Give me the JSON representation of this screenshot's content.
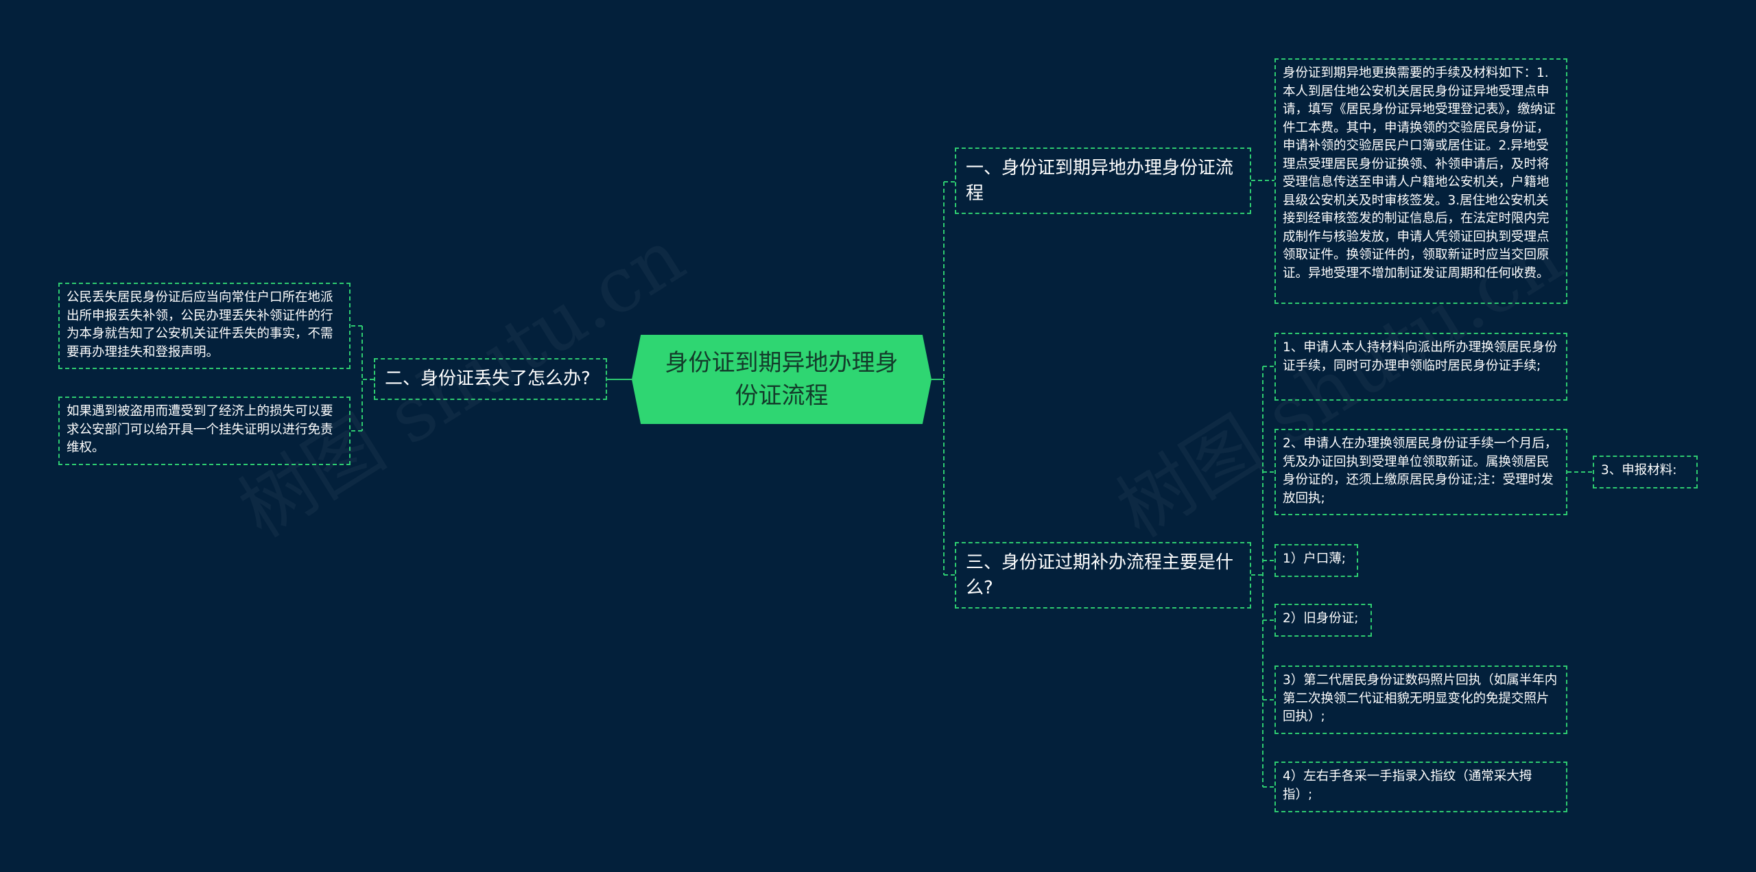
{
  "colors": {
    "background": "#03203b",
    "accent": "#2ecc71",
    "root_fill": "#2fd672",
    "text": "#ffffff"
  },
  "watermark": "树图 shutu.cn",
  "root": {
    "label": "身份证到期异地办理身份证流程"
  },
  "branch_1": {
    "title": "一、身份证到期异地办理身份证流程",
    "detail": "身份证到期异地更换需要的手续及材料如下：1.本人到居住地公安机关居民身份证异地受理点申请，填写《居民身份证异地受理登记表》，缴纳证件工本费。其中，申请换领的交验居民身份证，申请补领的交验居民户口簿或居住证。2.异地受理点受理居民身份证换领、补领申请后，及时将受理信息传送至申请人户籍地公安机关，户籍地县级公安机关及时审核签发。3.居住地公安机关接到经审核签发的制证信息后，在法定时限内完成制作与核验发放，申请人凭领证回执到受理点领取证件。换领证件的，领取新证时应当交回原证。异地受理不增加制证发证周期和任何收费。"
  },
  "branch_2": {
    "title": "二、身份证丢失了怎么办?",
    "items": [
      "公民丢失居民身份证后应当向常住户口所在地派出所申报丢失补领，公民办理丢失补领证件的行为本身就告知了公安机关证件丢失的事实，不需要再办理挂失和登报声明。",
      "如果遇到被盗用而遭受到了经济上的损失可以要求公安部门可以给开具一个挂失证明以进行免责维权。"
    ]
  },
  "branch_3": {
    "title": "三、身份证过期补办流程主要是什么?",
    "items": [
      "1、申请人本人持材料向派出所办理换领居民身份证手续，同时可办理申领临时居民身份证手续;",
      "2、申请人在办理换领居民身份证手续一个月后，凭及办证回执到受理单位领取新证。属换领居民身份证的，还须上缴原居民身份证;注：受理时发放回执;",
      "1）户口薄;",
      "2）旧身份证;",
      "3）第二代居民身份证数码照片回执（如属半年内第二次换领二代证相貌无明显变化的免提交照片回执）;",
      "4）左右手各采一手指录入指纹（通常采大拇指）;"
    ],
    "sub_item": "3、申报材料:"
  }
}
